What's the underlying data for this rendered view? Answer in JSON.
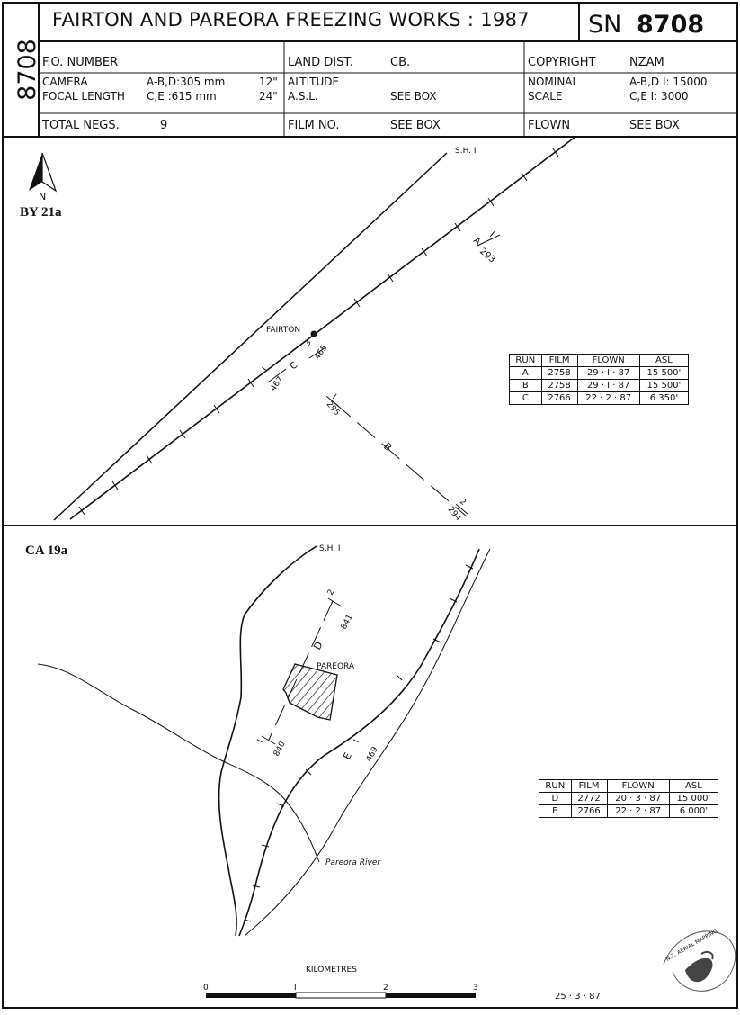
{
  "header": {
    "sheet_number_vertical": "8708",
    "title": "FAIRTON  AND  PAREORA  FREEZING  WORKS   :   1987",
    "sn_label": "SN",
    "sn_number": "8708",
    "fo_number_label": "F.O. NUMBER",
    "land_dist_label": "LAND DIST.",
    "land_dist_value": "CB.",
    "copyright_label": "COPYRIGHT",
    "copyright_value": "NZAM",
    "camera_label": "CAMERA",
    "camera_value": "A-B,D:305 mm",
    "camera_inches": "12\"",
    "focal_length_label": "FOCAL LENGTH",
    "focal_length_value": "C,E   :615  mm",
    "focal_inches": "24\"",
    "altitude_label": "ALTITUDE",
    "asl_label": "A.S.L.",
    "asl_value": "SEE   BOX",
    "nominal_label": "NOMINAL",
    "nominal_value": "A-B,D  I: 15000",
    "scale_label": "SCALE",
    "scale_value": "C,E      I:  3000",
    "total_negs_label": "TOTAL NEGS.",
    "total_negs_value": "9",
    "film_no_label": "FILM NO.",
    "film_no_value": "SEE   BOX",
    "flown_label": "FLOWN",
    "flown_value": "SEE   BOX"
  },
  "map_top": {
    "north_label": "N",
    "sheet_ref": "BY 21a",
    "road_label": "S.H. I",
    "town_label": "FAIRTON",
    "run_a": {
      "letter": "A",
      "start": "I",
      "end": "293"
    },
    "run_b": {
      "letter": "B",
      "start": "I",
      "start_num": "295",
      "end": "2",
      "end_num": "294"
    },
    "run_c": {
      "letter": "C",
      "start": "I",
      "start_num": "467",
      "end": "3",
      "end_num": "465"
    },
    "table": {
      "headers": [
        "RUN",
        "FILM",
        "FLOWN",
        "ASL"
      ],
      "rows": [
        [
          "A",
          "2758",
          "29 · I · 87",
          "15 500'"
        ],
        [
          "B",
          "2758",
          "29 · I · 87",
          "15 500'"
        ],
        [
          "C",
          "2766",
          "22 · 2 · 87",
          "6 350'"
        ]
      ]
    }
  },
  "map_bottom": {
    "sheet_ref": "CA 19a",
    "road_label": "S.H. I",
    "town_label": "PAREORA",
    "river_label": "Pareora  River",
    "run_d": {
      "letter": "D",
      "start": "I",
      "start_num": "840",
      "end": "2",
      "end_num": "841"
    },
    "run_e": {
      "letter": "E",
      "start": "I",
      "start_num": "469"
    },
    "table": {
      "headers": [
        "RUN",
        "FILM",
        "FLOWN",
        "ASL"
      ],
      "rows": [
        [
          "D",
          "2772",
          "20 · 3 · 87",
          "15 000'"
        ],
        [
          "E",
          "2766",
          "22 · 2 · 87",
          "6 000'"
        ]
      ]
    }
  },
  "scale_bar": {
    "title": "KILOMETRES",
    "ticks": [
      "0",
      "I",
      "2",
      "3"
    ]
  },
  "footer": {
    "date": "25 · 3 · 87",
    "stamp_text": "N.Z. AERIAL MAPPING"
  }
}
